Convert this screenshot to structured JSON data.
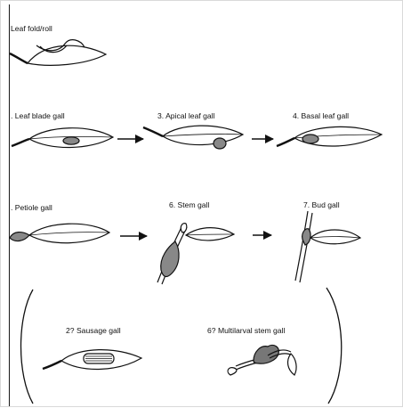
{
  "figure": {
    "labels": {
      "leaf_fold": "Leaf fold/roll",
      "leaf_blade_gall": ". Leaf blade gall",
      "apical_leaf_gall": "3. Apical leaf gall",
      "basal_leaf_gall": "4. Basal leaf gall",
      "petiole_gall": ". Petiole gall",
      "stem_gall": "6. Stem gall",
      "bud_gall": "7. Bud gall",
      "sausage_gall": "2? Sausage gall",
      "multilarval_stem_gall": "6? Multilarval stem gall"
    }
  }
}
